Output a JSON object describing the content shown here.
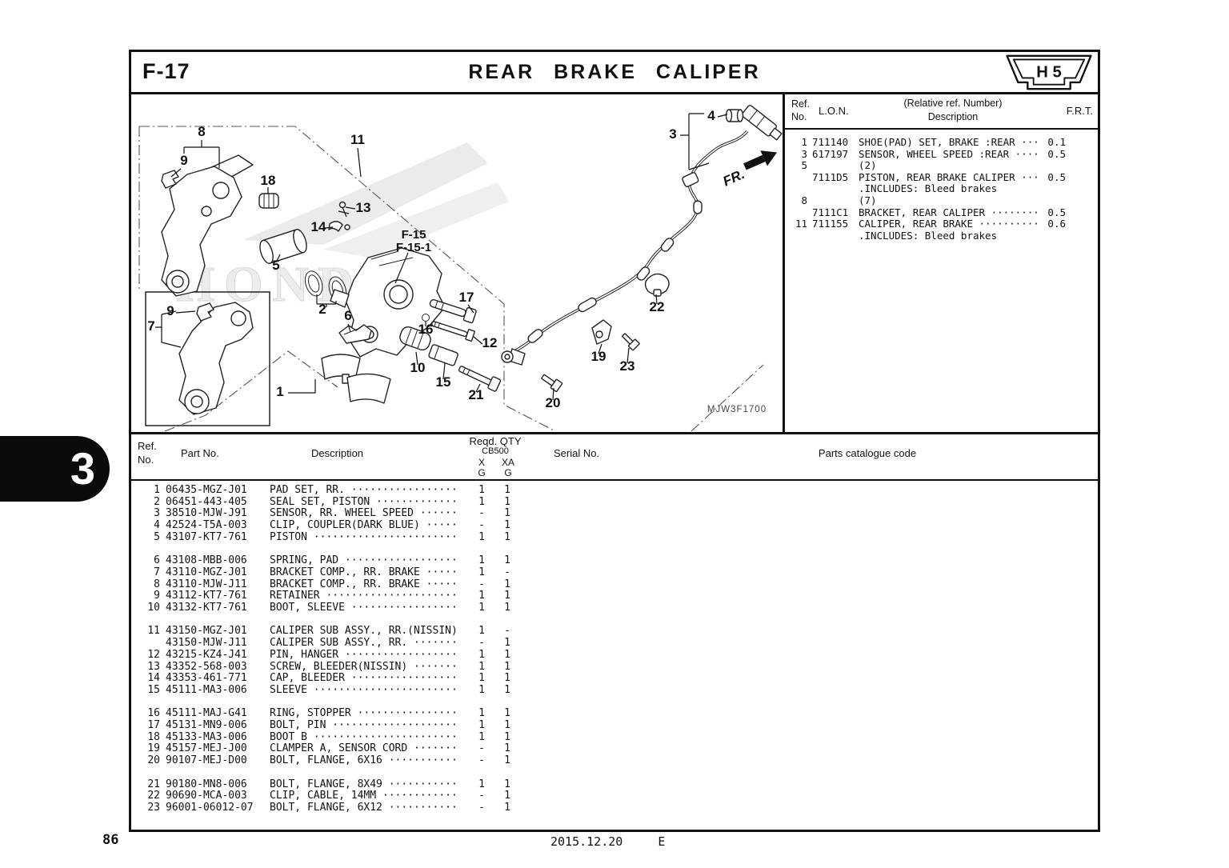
{
  "page": {
    "number": "86",
    "tab": "3",
    "date": "2015.12.20",
    "edition": "E"
  },
  "header": {
    "code": "F-17",
    "title": "REAR BRAKE CALIPER",
    "grid": "H 5"
  },
  "ref_table": {
    "col_ref1": "Ref.",
    "col_ref2": "No.",
    "col_lon": "L.O.N.",
    "col_rel": "(Relative ref. Number)",
    "col_desc": "Description",
    "col_frt": "F.R.T.",
    "rows": [
      {
        "ref": "1",
        "lon": "711140",
        "desc": "SHOE(PAD) SET, BRAKE :REAR ···",
        "frt": "0.1"
      },
      {
        "ref": "3",
        "lon": "617197",
        "desc": "SENSOR, WHEEL SPEED :REAR ····",
        "frt": "0.5"
      },
      {
        "ref": "5",
        "lon": "",
        "desc": "(2)",
        "frt": ""
      },
      {
        "ref": "",
        "lon": "7111D5",
        "desc": "PISTON, REAR BRAKE CALIPER ···",
        "frt": "0.5"
      },
      {
        "ref": "",
        "lon": "",
        "desc": ".INCLUDES: Bleed brakes",
        "frt": ""
      },
      {
        "ref": "8",
        "lon": "",
        "desc": "(7)",
        "frt": ""
      },
      {
        "ref": "",
        "lon": "7111C1",
        "desc": "BRACKET, REAR CALIPER ········",
        "frt": "0.5"
      },
      {
        "ref": "11",
        "lon": "711155",
        "desc": "CALIPER, REAR BRAKE ··········",
        "frt": "0.6"
      },
      {
        "ref": "",
        "lon": "",
        "desc": ".INCLUDES: Bleed brakes",
        "frt": ""
      }
    ]
  },
  "parts_table": {
    "col_ref1": "Ref.",
    "col_ref2": "No.",
    "col_part": "Part No.",
    "col_desc": "Description",
    "col_qty": "Reqd. QTY",
    "col_model": "CB500",
    "col_x": "X",
    "col_xa": "XA",
    "col_g1": "G",
    "col_g2": "G",
    "col_serial": "Serial No.",
    "col_code": "Parts catalogue code",
    "rows": [
      {
        "ref": "1",
        "part": "06435-MGZ-J01",
        "desc": "PAD SET, RR. ·················",
        "x": "1",
        "xa": "1"
      },
      {
        "ref": "2",
        "part": "06451-443-405",
        "desc": "SEAL SET, PISTON ·············",
        "x": "1",
        "xa": "1"
      },
      {
        "ref": "3",
        "part": "38510-MJW-J91",
        "desc": "SENSOR, RR. WHEEL SPEED ······",
        "x": "-",
        "xa": "1"
      },
      {
        "ref": "4",
        "part": "42524-T5A-003",
        "desc": "CLIP, COUPLER(DARK BLUE) ·····",
        "x": "-",
        "xa": "1"
      },
      {
        "ref": "5",
        "part": "43107-KT7-761",
        "desc": "PISTON ·······················",
        "x": "1",
        "xa": "1"
      },
      {
        "gap": true
      },
      {
        "ref": "6",
        "part": "43108-MBB-006",
        "desc": "SPRING, PAD ··················",
        "x": "1",
        "xa": "1"
      },
      {
        "ref": "7",
        "part": "43110-MGZ-J01",
        "desc": "BRACKET COMP., RR. BRAKE ·····",
        "x": "1",
        "xa": "-"
      },
      {
        "ref": "8",
        "part": "43110-MJW-J11",
        "desc": "BRACKET COMP., RR. BRAKE ·····",
        "x": "-",
        "xa": "1"
      },
      {
        "ref": "9",
        "part": "43112-KT7-761",
        "desc": "RETAINER ·····················",
        "x": "1",
        "xa": "1"
      },
      {
        "ref": "10",
        "part": "43132-KT7-761",
        "desc": "BOOT, SLEEVE ·················",
        "x": "1",
        "xa": "1"
      },
      {
        "gap": true
      },
      {
        "ref": "11",
        "part": "43150-MGZ-J01",
        "desc": "CALIPER SUB ASSY., RR.(NISSIN)",
        "x": "1",
        "xa": "-"
      },
      {
        "ref": "",
        "part": "43150-MJW-J11",
        "desc": "CALIPER SUB ASSY., RR. ·······",
        "x": "-",
        "xa": "1"
      },
      {
        "ref": "12",
        "part": "43215-KZ4-J41",
        "desc": "PIN, HANGER ··················",
        "x": "1",
        "xa": "1"
      },
      {
        "ref": "13",
        "part": "43352-568-003",
        "desc": "SCREW, BLEEDER(NISSIN) ·······",
        "x": "1",
        "xa": "1"
      },
      {
        "ref": "14",
        "part": "43353-461-771",
        "desc": "CAP, BLEEDER ·················",
        "x": "1",
        "xa": "1"
      },
      {
        "ref": "15",
        "part": "45111-MA3-006",
        "desc": "SLEEVE ·······················",
        "x": "1",
        "xa": "1"
      },
      {
        "gap": true
      },
      {
        "ref": "16",
        "part": "45111-MAJ-G41",
        "desc": "RING, STOPPER ················",
        "x": "1",
        "xa": "1"
      },
      {
        "ref": "17",
        "part": "45131-MN9-006",
        "desc": "BOLT, PIN ····················",
        "x": "1",
        "xa": "1"
      },
      {
        "ref": "18",
        "part": "45133-MA3-006",
        "desc": "BOOT B ·······················",
        "x": "1",
        "xa": "1"
      },
      {
        "ref": "19",
        "part": "45157-MEJ-J00",
        "desc": "CLAMPER A, SENSOR CORD ·······",
        "x": "-",
        "xa": "1"
      },
      {
        "ref": "20",
        "part": "90107-MEJ-D00",
        "desc": "BOLT, FLANGE, 6X16 ···········",
        "x": "-",
        "xa": "1"
      },
      {
        "gap": true
      },
      {
        "ref": "21",
        "part": "90180-MN8-006",
        "desc": "BOLT, FLANGE, 8X49 ···········",
        "x": "1",
        "xa": "1"
      },
      {
        "ref": "22",
        "part": "90690-MCA-003",
        "desc": "CLIP, CABLE, 14MM ············",
        "x": "-",
        "xa": "1"
      },
      {
        "ref": "23",
        "part": "96001-06012-07",
        "desc": "BOLT, FLANGE, 6X12 ···········",
        "x": "-",
        "xa": "1"
      }
    ]
  },
  "diagram": {
    "callouts": [
      {
        "label": "8"
      },
      {
        "label": "9"
      },
      {
        "label": "18"
      },
      {
        "label": "13"
      },
      {
        "label": "14"
      },
      {
        "label": "11"
      },
      {
        "label": "5"
      },
      {
        "label": "2"
      },
      {
        "label": "9"
      },
      {
        "label": "7"
      },
      {
        "label": "6"
      },
      {
        "label": "1"
      },
      {
        "label": "16"
      },
      {
        "label": "10"
      },
      {
        "label": "15"
      },
      {
        "label": "17"
      },
      {
        "label": "12"
      },
      {
        "label": "21"
      },
      {
        "label": "20"
      },
      {
        "label": "19"
      },
      {
        "label": "23"
      },
      {
        "label": "22"
      },
      {
        "label": "4"
      },
      {
        "label": "3"
      }
    ],
    "notes": {
      "f15": "F-15",
      "f151": "F-15-1",
      "fr": "FR.",
      "code": "MJW3F1700",
      "watermark": "HONDA"
    }
  }
}
